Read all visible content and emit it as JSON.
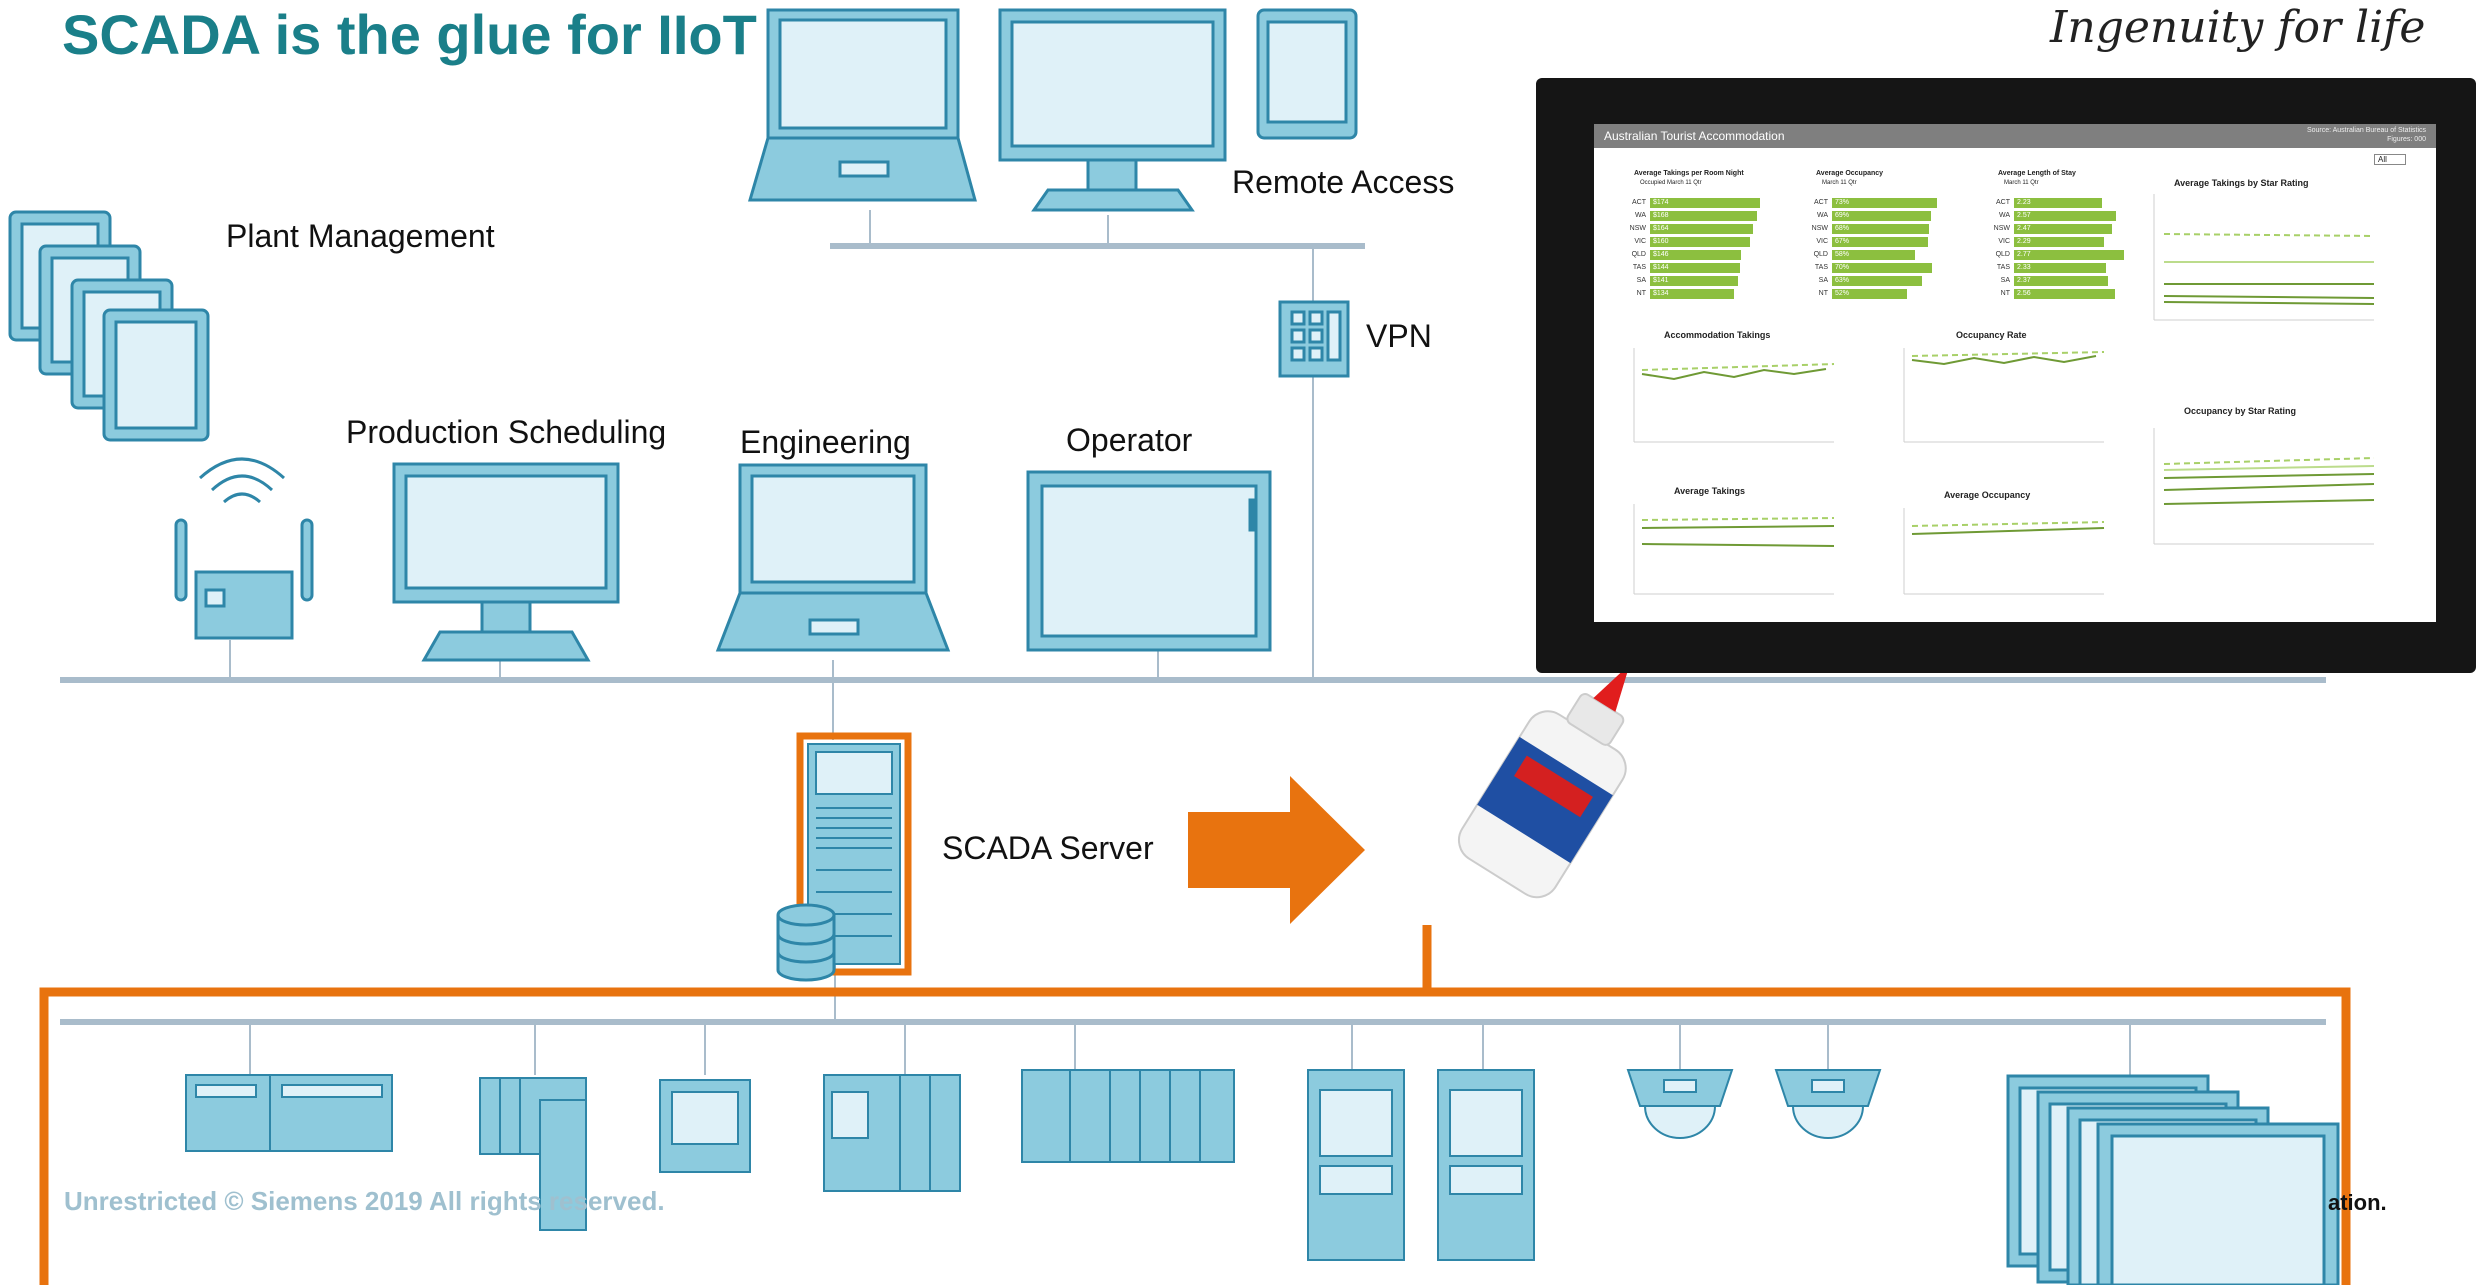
{
  "title": "SCADA is the glue for IIoT",
  "slogan": "Ingenuity for life",
  "labels": {
    "plant_management": "Plant Management",
    "remote_access": "Remote Access",
    "vpn": "VPN",
    "production_scheduling": "Production Scheduling",
    "engineering": "Engineering",
    "operator": "Operator",
    "scada_server": "SCADA Server"
  },
  "footer": {
    "left": "Unrestricted © Siemens 2019 All rights reserved.",
    "right": "ation."
  },
  "colors": {
    "title": "#1a7f89",
    "device_fill": "#8ccbde",
    "device_light": "#dff1f8",
    "device_stroke": "#2e86a8",
    "network_line": "#a9bccb",
    "accent_orange": "#e8730f",
    "chart_green": "#8cbf3f"
  },
  "icons": [
    "tablet-icon",
    "laptop-icon",
    "monitor-icon",
    "panel-pc-icon",
    "vpn-router-icon",
    "wireless-router-icon",
    "server-tower-icon",
    "database-icon",
    "arrow-right-icon",
    "glue-bottle-icon",
    "plc-icon",
    "camera-icon",
    "hmi-panel-icon"
  ],
  "dashboard": {
    "header": "Australian Tourist Accommodation",
    "source": "Source: Australian Bureau of Statistics",
    "figures": "Figures: 000",
    "panels": [
      {
        "title": "Average Takings per Room Night",
        "subtitle": "Occupied March 11 Qtr",
        "states": [
          "ACT",
          "WA",
          "NSW",
          "VIC",
          "QLD",
          "TAS",
          "SA",
          "NT"
        ],
        "values": [
          "$174",
          "$168",
          "$164",
          "$160",
          "$146",
          "$144",
          "$141",
          "$134"
        ],
        "fractions": [
          1.0,
          0.97,
          0.94,
          0.91,
          0.83,
          0.82,
          0.8,
          0.76
        ]
      },
      {
        "title": "Average Occupancy",
        "subtitle": "March 11 Qtr",
        "states": [
          "ACT",
          "WA",
          "NSW",
          "VIC",
          "QLD",
          "TAS",
          "SA",
          "NT"
        ],
        "values": [
          "73%",
          "69%",
          "68%",
          "67%",
          "58%",
          "70%",
          "63%",
          "52%"
        ],
        "fractions": [
          0.95,
          0.9,
          0.88,
          0.87,
          0.75,
          0.91,
          0.82,
          0.68
        ]
      },
      {
        "title": "Average Length of Stay",
        "subtitle": "March 11 Qtr",
        "states": [
          "ACT",
          "WA",
          "NSW",
          "VIC",
          "QLD",
          "TAS",
          "SA",
          "NT"
        ],
        "values": [
          "2.23",
          "2.57",
          "2.47",
          "2.29",
          "2.77",
          "2.33",
          "2.37",
          "2.56"
        ],
        "fractions": [
          0.8,
          0.93,
          0.89,
          0.82,
          1.0,
          0.84,
          0.85,
          0.92
        ]
      }
    ],
    "chart_titles": {
      "star_takings": "Average Takings by Star Rating",
      "accom_takings": "Accommodation Takings",
      "occupancy_rate": "Occupancy Rate",
      "avg_takings": "Average Takings",
      "avg_occupancy": "Average Occupancy",
      "occupancy_star": "Occupancy by Star Rating"
    },
    "filter": "All"
  }
}
